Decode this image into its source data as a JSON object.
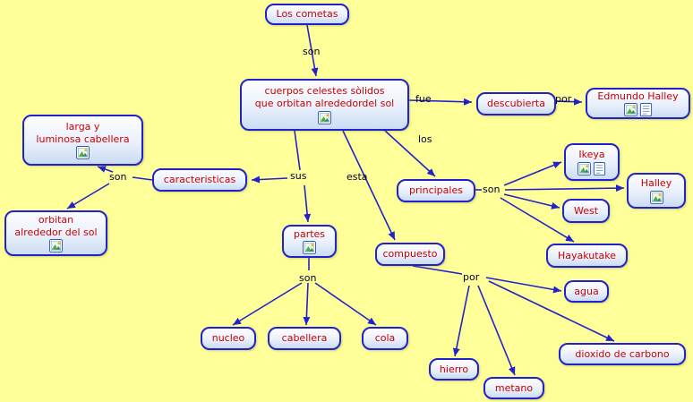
{
  "map_title": "Los cometas",
  "colors": {
    "background": "#FFFF99",
    "node_border": "#2222CC",
    "node_text": "#CC0000",
    "link_label_text": "#000033",
    "arrow": "#2222CC",
    "node_fill_top": "#FDFDFF",
    "node_fill_bottom": "#CBDCF4"
  },
  "icon_legend": {
    "image": "image-resource-icon",
    "document": "document-resource-icon"
  },
  "nodes": {
    "los_cometas": {
      "label": "Los cometas",
      "icons": []
    },
    "cuerpos": {
      "label": "cuerpos celestes sòlidos\nque orbitan alrededordel sol",
      "icons": [
        "image"
      ]
    },
    "descubierta": {
      "label": "descubierta",
      "icons": []
    },
    "edmundo_halley": {
      "label": "Edmundo Halley",
      "icons": [
        "image",
        "document"
      ]
    },
    "larga_cabellera": {
      "label": "larga y\nluminosa cabellera",
      "icons": [
        "image"
      ]
    },
    "caracteristicas": {
      "label": "caracteristicas",
      "icons": []
    },
    "orbitan_sol": {
      "label": "orbitan\nalrededor del sol",
      "icons": [
        "image"
      ]
    },
    "principales": {
      "label": "principales",
      "icons": []
    },
    "ikeya": {
      "label": "Ikeya",
      "icons": [
        "image",
        "document"
      ]
    },
    "halley": {
      "label": "Halley",
      "icons": [
        "image"
      ]
    },
    "west": {
      "label": "West",
      "icons": []
    },
    "hayakutake": {
      "label": "Hayakutake",
      "icons": []
    },
    "partes": {
      "label": "partes",
      "icons": [
        "image"
      ]
    },
    "nucleo": {
      "label": "nucleo",
      "icons": []
    },
    "cabellera": {
      "label": "cabellera",
      "icons": []
    },
    "cola": {
      "label": "cola",
      "icons": []
    },
    "compuesto": {
      "label": "compuesto",
      "icons": []
    },
    "agua": {
      "label": "agua",
      "icons": []
    },
    "dioxido": {
      "label": "dioxido de carbono",
      "icons": []
    },
    "hierro": {
      "label": "hierro",
      "icons": []
    },
    "metano": {
      "label": "metano",
      "icons": []
    }
  },
  "links": {
    "son_top": {
      "label": "son"
    },
    "fue": {
      "label": "fue"
    },
    "por_halley": {
      "label": "por"
    },
    "sus": {
      "label": "sus"
    },
    "esta": {
      "label": "esta"
    },
    "los": {
      "label": "los"
    },
    "son_caracteristicas": {
      "label": "son"
    },
    "son_partes": {
      "label": "son"
    },
    "por_compuesto": {
      "label": "por"
    },
    "son_principales": {
      "label": "son"
    }
  }
}
